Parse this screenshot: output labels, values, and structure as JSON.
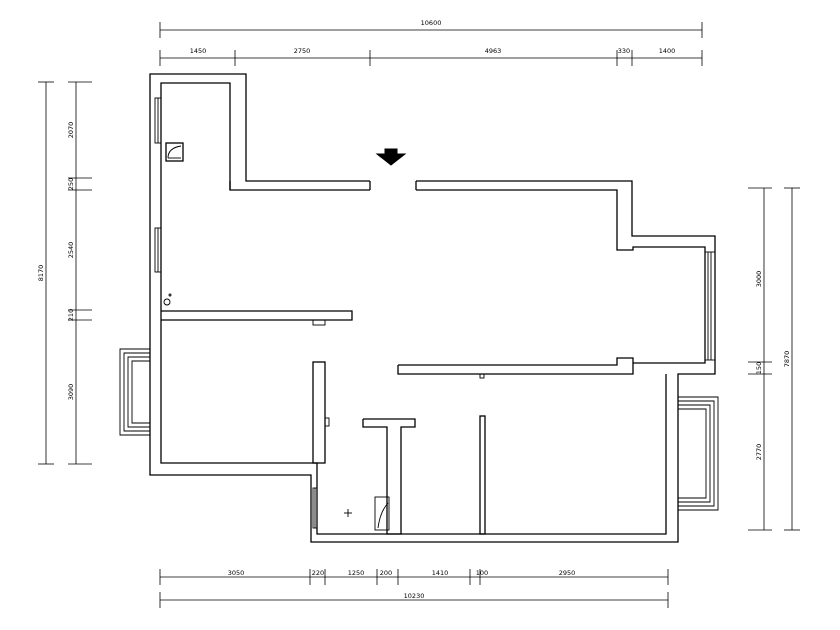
{
  "drawing": {
    "dimensions": {
      "top_total": "10600",
      "top_segments": [
        "1450",
        "2750",
        "4963",
        "330",
        "1400"
      ],
      "bottom_segments": [
        "3050",
        "220",
        "1250",
        "200",
        "1410",
        "100",
        "2950"
      ],
      "bottom_total": "10230",
      "left_total": "8170",
      "left_segments": [
        "2070",
        "250",
        "2540",
        "210",
        "3090"
      ],
      "right_segments": [
        "3000",
        "150",
        "2770"
      ],
      "right_total": "7870"
    }
  }
}
